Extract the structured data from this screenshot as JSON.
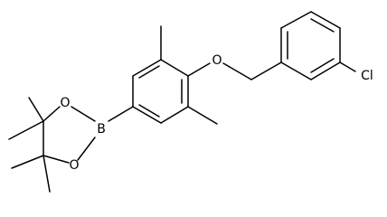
{
  "diagram": {
    "atoms": {
      "oxygen_ether": "O",
      "chlorine": "Cl",
      "boron": "B",
      "oxygen_ring_upper": "O",
      "oxygen_ring_lower": "O"
    }
  },
  "colors": {
    "bond": "#000000",
    "label": "#000000",
    "background": "#ffffff"
  }
}
